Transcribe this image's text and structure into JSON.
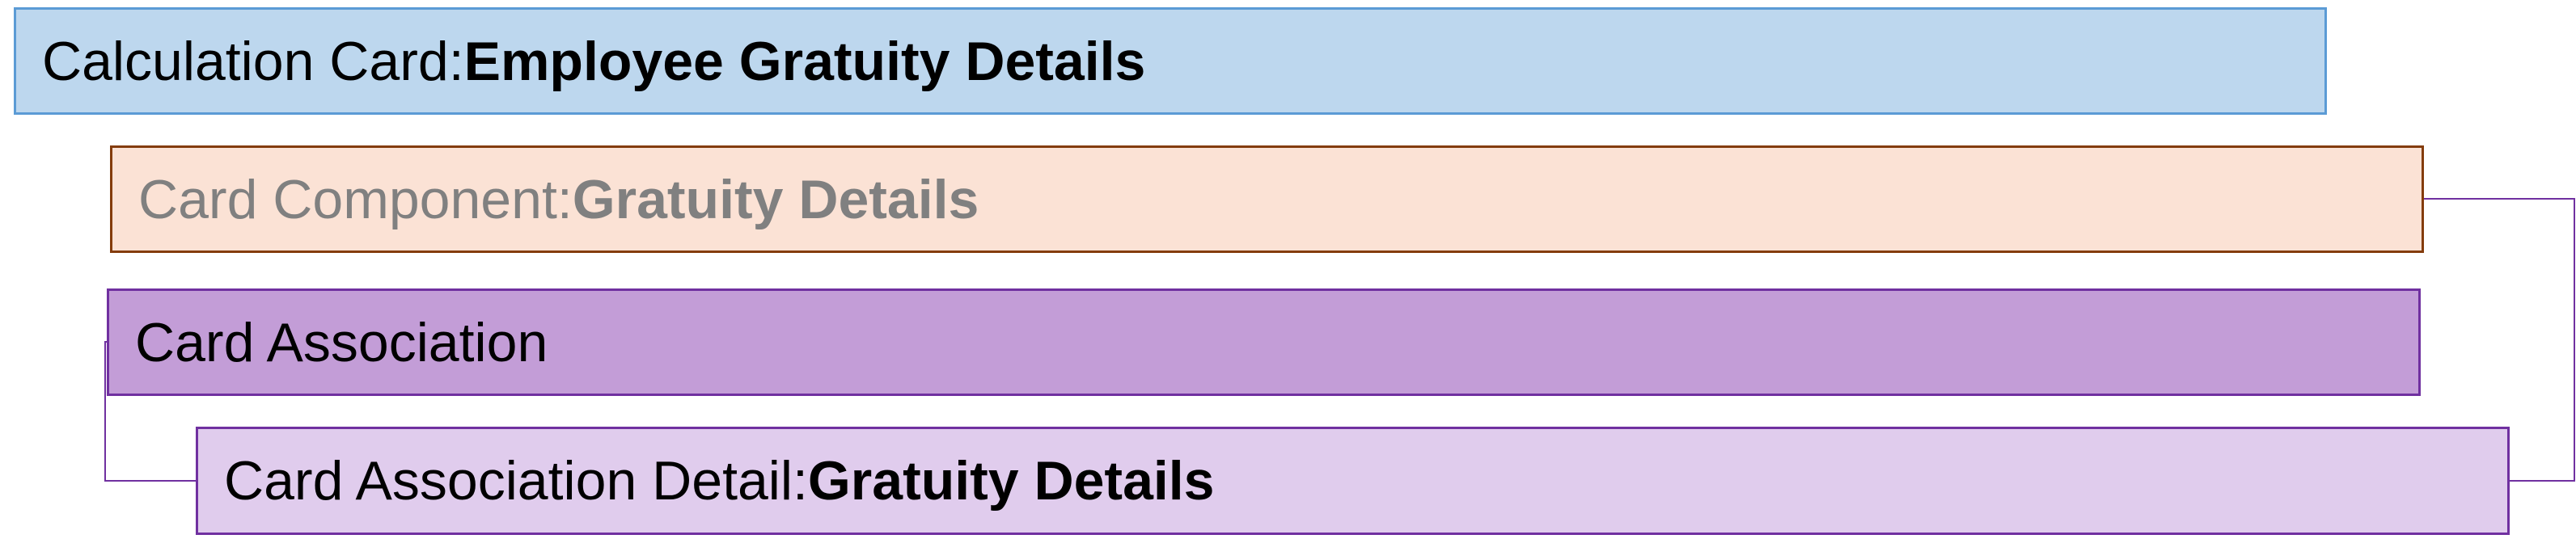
{
  "boxes": [
    {
      "key": "calculation_card",
      "prefix": "Calculation Card: ",
      "bold": "Employee Gratuity Details",
      "fill": "#bdd7ee",
      "border": "#5b9bd5",
      "prefix_color": "#000000",
      "bold_color": "#000000"
    },
    {
      "key": "card_component",
      "prefix": "Card Component: ",
      "bold": "Gratuity Details",
      "fill": "#fbe2d5",
      "border": "#843c0c",
      "prefix_color": "#808080",
      "bold_color": "#808080"
    },
    {
      "key": "card_association",
      "prefix": "Card Association",
      "bold": "",
      "fill": "#c39dd7",
      "border": "#7030a0",
      "prefix_color": "#000000",
      "bold_color": "#000000"
    },
    {
      "key": "card_association_detail",
      "prefix": "Card Association Detail: ",
      "bold": "Gratuity Details",
      "fill": "#e0cced",
      "border": "#7030a0",
      "prefix_color": "#000000",
      "bold_color": "#000000"
    }
  ],
  "connector_color": "#7030a0"
}
